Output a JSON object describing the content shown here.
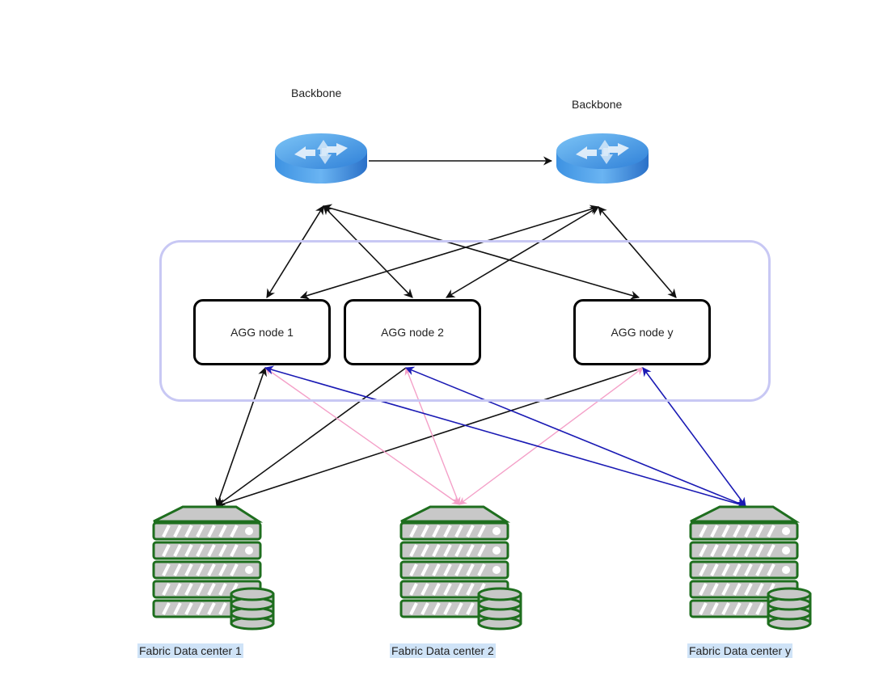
{
  "backbones": [
    {
      "id": "bb1",
      "label": "Backbone",
      "icon": "router-icon"
    },
    {
      "id": "bb2",
      "label": "Backbone",
      "icon": "router-icon"
    }
  ],
  "agg_group": {
    "label": ""
  },
  "agg_nodes": [
    {
      "id": "agg1",
      "label": "AGG node 1"
    },
    {
      "id": "agg2",
      "label": "AGG node 2"
    },
    {
      "id": "aggy",
      "label": "AGG node y"
    }
  ],
  "data_centers": [
    {
      "id": "dc1",
      "label": "Fabric Data center 1",
      "icon": "server-rack-database-icon"
    },
    {
      "id": "dc2",
      "label": "Fabric Data center 2",
      "icon": "server-rack-database-icon"
    },
    {
      "id": "dcy",
      "label": "Fabric Data center y",
      "icon": "server-rack-database-icon"
    }
  ],
  "colors": {
    "router_blue": "#3d8fe0",
    "agg_group_border": "#c8c8f4",
    "server_green": "#1e6e1e",
    "server_fill": "#c8c8c8",
    "link_black": "#111111",
    "link_pink": "#f4a0c8",
    "link_blue": "#1a1ab4",
    "label_highlight": "#cfe3f7"
  },
  "edges": [
    {
      "from": "bb1",
      "to": "bb2",
      "color": "black",
      "direction": "forward"
    },
    {
      "from": "bb1",
      "to": "agg1",
      "color": "black",
      "direction": "both"
    },
    {
      "from": "bb1",
      "to": "agg2",
      "color": "black",
      "direction": "both"
    },
    {
      "from": "bb1",
      "to": "aggy",
      "color": "black",
      "direction": "both"
    },
    {
      "from": "bb2",
      "to": "agg1",
      "color": "black",
      "direction": "both"
    },
    {
      "from": "bb2",
      "to": "agg2",
      "color": "black",
      "direction": "both"
    },
    {
      "from": "bb2",
      "to": "aggy",
      "color": "black",
      "direction": "both"
    },
    {
      "from": "agg1",
      "to": "dc1",
      "color": "black",
      "direction": "both"
    },
    {
      "from": "agg2",
      "to": "dc1",
      "color": "black",
      "direction": "forward"
    },
    {
      "from": "aggy",
      "to": "dc1",
      "color": "black",
      "direction": "forward"
    },
    {
      "from": "agg1",
      "to": "dc2",
      "color": "pink",
      "direction": "both"
    },
    {
      "from": "agg2",
      "to": "dc2",
      "color": "pink",
      "direction": "both"
    },
    {
      "from": "aggy",
      "to": "dc2",
      "color": "pink",
      "direction": "both"
    },
    {
      "from": "agg1",
      "to": "dcy",
      "color": "blue",
      "direction": "both"
    },
    {
      "from": "agg2",
      "to": "dcy",
      "color": "blue",
      "direction": "both"
    },
    {
      "from": "aggy",
      "to": "dcy",
      "color": "blue",
      "direction": "both"
    }
  ]
}
